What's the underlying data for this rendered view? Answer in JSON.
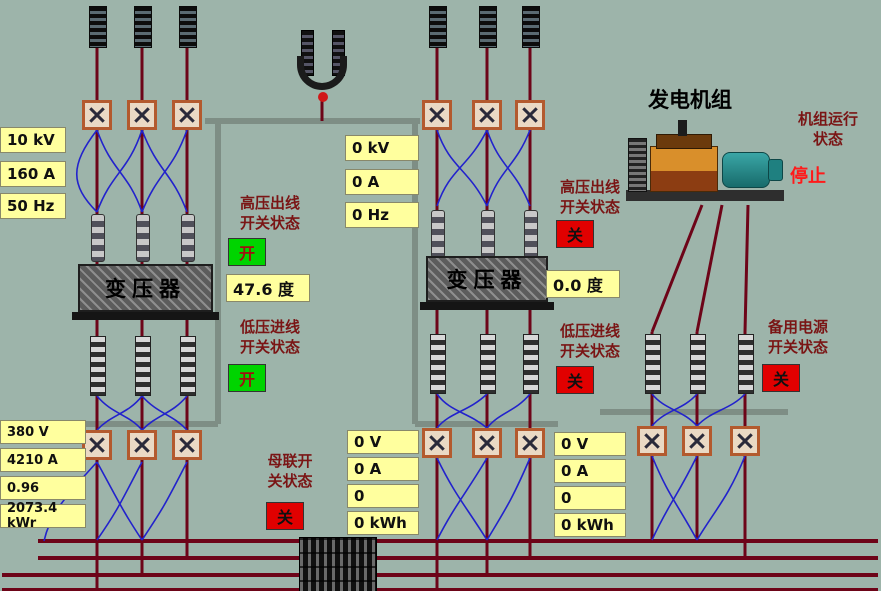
{
  "colors": {
    "background": "#9db4aa",
    "bus_line": "#6d0418",
    "control_wire": "#2222cc",
    "meter_panel": "#ffff9e",
    "status_open": "#00d400",
    "status_closed": "#e10000",
    "label_text": "#7a1515"
  },
  "left_incomer": {
    "meters": [
      "10 kV",
      "160 A",
      "50 Hz"
    ]
  },
  "center_incomer": {
    "meters": [
      "0 kV",
      "0 A",
      "0 Hz"
    ]
  },
  "left_lv": {
    "meters": [
      "380 V",
      "4210 A",
      "0.96",
      "2073.4 kWr"
    ]
  },
  "center_lv_a": {
    "meters": [
      "0 V",
      "0 A",
      "0",
      "0 kWh"
    ]
  },
  "center_lv_b": {
    "meters": [
      "0 V",
      "0 A",
      "0",
      "0 kWh"
    ]
  },
  "transformer_1": {
    "name": "变压器",
    "temperature": "47.6 度"
  },
  "transformer_2": {
    "name": "变压器",
    "temperature": "0.0 度"
  },
  "status": {
    "hv_out_left": {
      "line1": "高压出线",
      "line2": "开关状态",
      "value": "开"
    },
    "lv_in_left": {
      "line1": "低压进线",
      "line2": "开关状态",
      "value": "开"
    },
    "hv_out_center": {
      "line1": "高压出线",
      "line2": "开关状态",
      "value": "关"
    },
    "lv_in_center": {
      "line1": "低压进线",
      "line2": "开关状态",
      "value": "关"
    },
    "bus_tie": {
      "line1": "母联开",
      "line2": "关状态",
      "value": "关"
    },
    "backup_power": {
      "line1": "备用电源",
      "line2": "开关状态",
      "value": "关"
    }
  },
  "generator": {
    "title": "发电机组",
    "run_label_line1": "机组运行",
    "run_label_line2": "状态",
    "run_value": "停止"
  }
}
